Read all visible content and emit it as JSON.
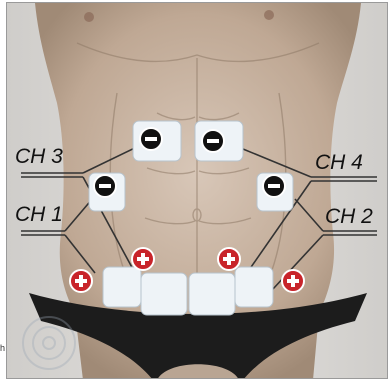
{
  "channels": {
    "ch1": "CH 1",
    "ch2": "CH 2",
    "ch3": "CH 3",
    "ch4": "CH 4"
  },
  "electrodes": {
    "negative_symbol": "−",
    "positive_symbol": "+"
  },
  "corner_text": "h",
  "colors": {
    "background": "#d9d6d2",
    "skin": "#c9b6a5",
    "pad": "#eef3f7",
    "negative": "#111111",
    "positive": "#c8242a",
    "wire": "#333333",
    "brief": "#1c1c1c"
  }
}
